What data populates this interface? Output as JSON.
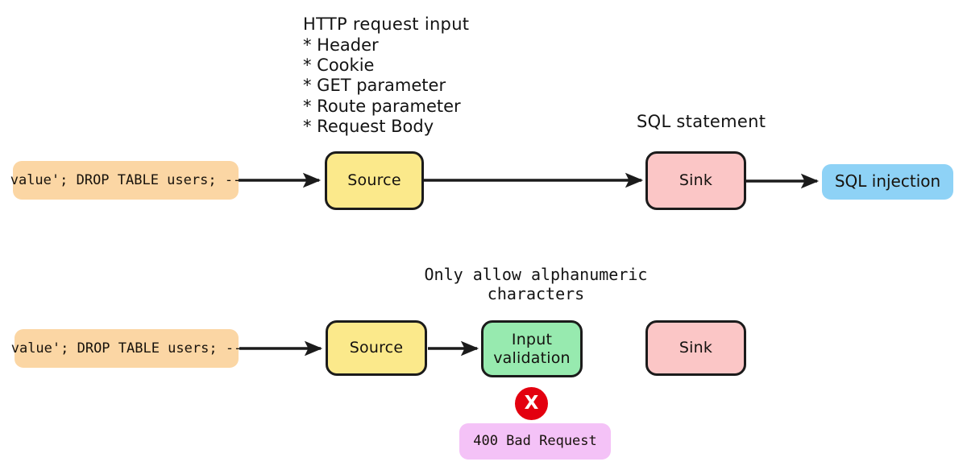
{
  "diagram": {
    "title_visible": false,
    "colors": {
      "payload_box": "#fbd6a4",
      "source_box": "#fbe98b",
      "sink_box": "#fbc6c6",
      "validation_box": "#97eaaf",
      "result_box": "#8ed2f6",
      "error_box": "#f4c2f7",
      "error_badge": "#e3000f",
      "stroke": "#1b1b1b"
    },
    "flow_vulnerable": {
      "annotation": {
        "heading": "HTTP request input",
        "items": [
          "* Header",
          "* Cookie",
          "* GET parameter",
          "* Route parameter",
          "* Request Body"
        ]
      },
      "sink_label": "SQL statement",
      "nodes": {
        "payload": "value'; DROP TABLE users; --",
        "source": "Source",
        "sink": "Sink",
        "result": "SQL injection"
      }
    },
    "flow_protected": {
      "annotation": "Only allow alphanumeric\ncharacters",
      "nodes": {
        "payload": "value'; DROP TABLE users; --",
        "source": "Source",
        "validation_line1": "Input",
        "validation_line2": "validation",
        "sink": "Sink",
        "error": "400 Bad Request"
      },
      "badge": {
        "icon": "cross-mark-icon",
        "glyph": "X"
      }
    }
  }
}
